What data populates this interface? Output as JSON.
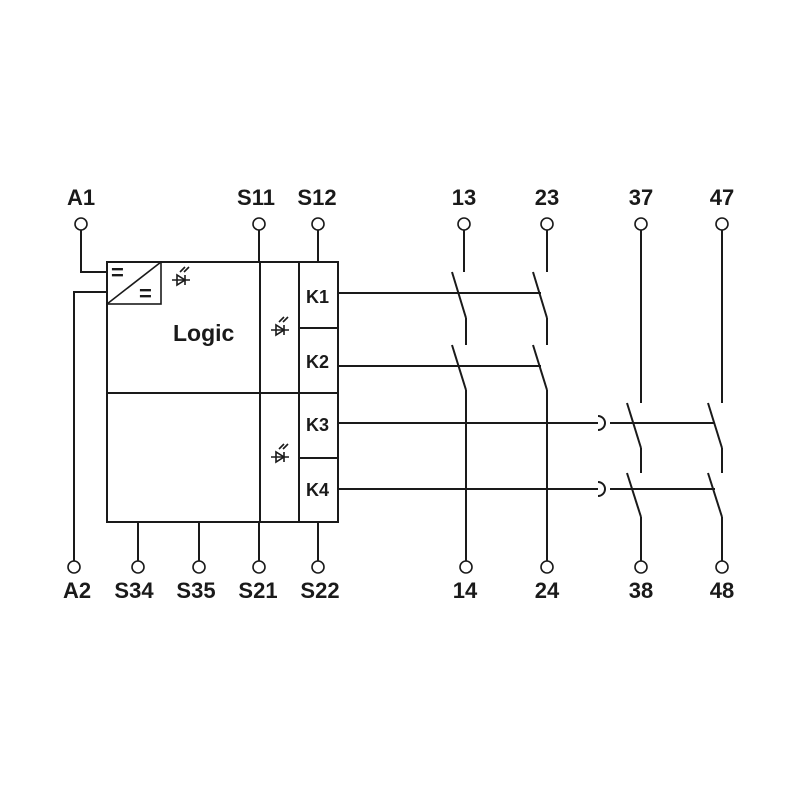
{
  "terminals": {
    "top": [
      "A1",
      "S11",
      "S12",
      "13",
      "23",
      "37",
      "47"
    ],
    "bottom": [
      "A2",
      "S34",
      "S35",
      "S21",
      "S22",
      "14",
      "24",
      "38",
      "48"
    ]
  },
  "module": {
    "logic_label": "Logic",
    "converter_symbols": [
      "=",
      "="
    ]
  },
  "relays": [
    "K1",
    "K2",
    "K3",
    "K4"
  ]
}
